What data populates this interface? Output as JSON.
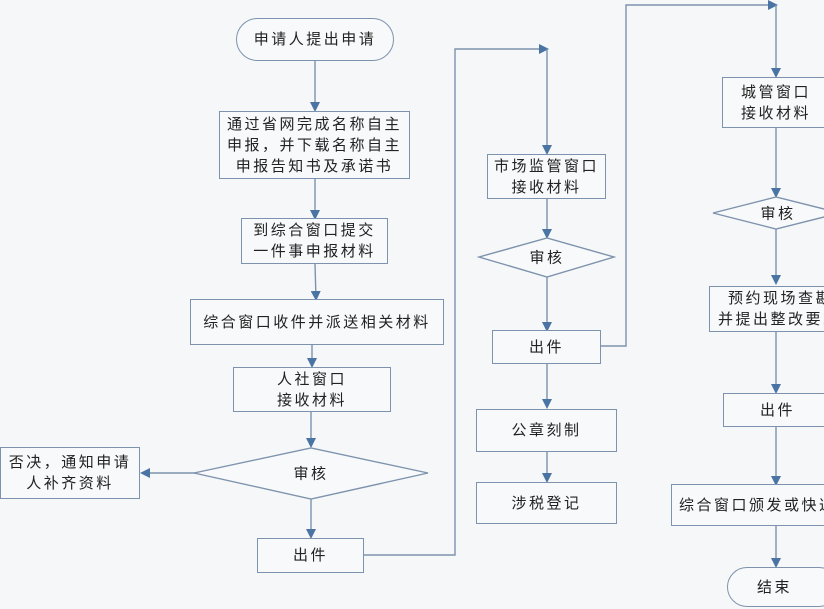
{
  "colors": {
    "line": "#4a74a3",
    "border": "#7d93ad",
    "background": "#f6f7f8"
  },
  "nodes": {
    "start": "申请人提出申请",
    "step1": [
      "通过省网完成名称自主",
      "申报，并下载名称自主",
      "申报告知书及承诺书"
    ],
    "step2": [
      "到综合窗口提交",
      "一件事申报材料"
    ],
    "step3": "综合窗口收件并派送相关材料",
    "hr_window": [
      "人社窗口",
      "接收材料"
    ],
    "hr_review": "审核",
    "reject": [
      "否决，通知申请",
      "人补齐资料"
    ],
    "hr_issue": "出件",
    "market_window": [
      "市场监管窗口",
      "接收材料"
    ],
    "market_review": "审核",
    "market_issue": "出件",
    "seal": "公章刻制",
    "tax": "涉税登记",
    "city_window": [
      "城管窗口",
      "接收材料"
    ],
    "city_review": "审核",
    "inspection": [
      "预约现场查勘",
      "并提出整改要求"
    ],
    "city_issue": "出件",
    "deliver": "综合窗口颁发或快递",
    "end": "结束"
  }
}
